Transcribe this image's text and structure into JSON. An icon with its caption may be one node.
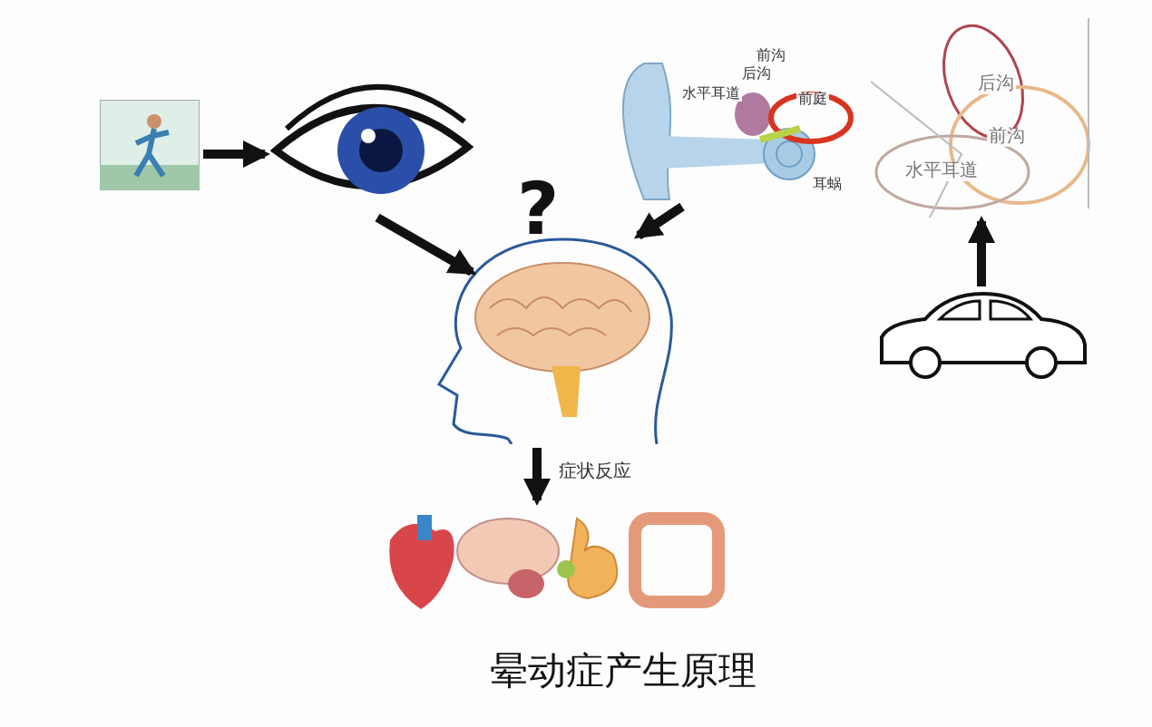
{
  "diagram": {
    "caption": "晕动症产生原理",
    "nodes": [
      {
        "text": [],
        "shape": "picture"
      },
      {
        "text": [],
        "shape": "picture"
      },
      {
        "text": [],
        "shape": "picture"
      },
      {
        "text": [
          "前沟",
          "后沟",
          "水平耳道",
          "前庭",
          "耳蜗"
        ]
      },
      {
        "text": [
          "后沟",
          "前沟",
          "水平耳道"
        ]
      },
      {
        "text": [],
        "shape": "picture"
      },
      {
        "text": [],
        "shape": "picture"
      }
    ],
    "edges": [
      {
        "from": 0,
        "to": 1,
        "arrow": "to"
      },
      {
        "from": 1,
        "to": 2,
        "arrow": "to"
      },
      {
        "from": 3,
        "to": 2,
        "arrow": "to"
      },
      {
        "from": 5,
        "to": 4,
        "arrow": "to"
      },
      {
        "from": 2,
        "to": 6,
        "arrow": "to",
        "label": "症状反应"
      }
    ],
    "labels": [
      "?"
    ]
  }
}
